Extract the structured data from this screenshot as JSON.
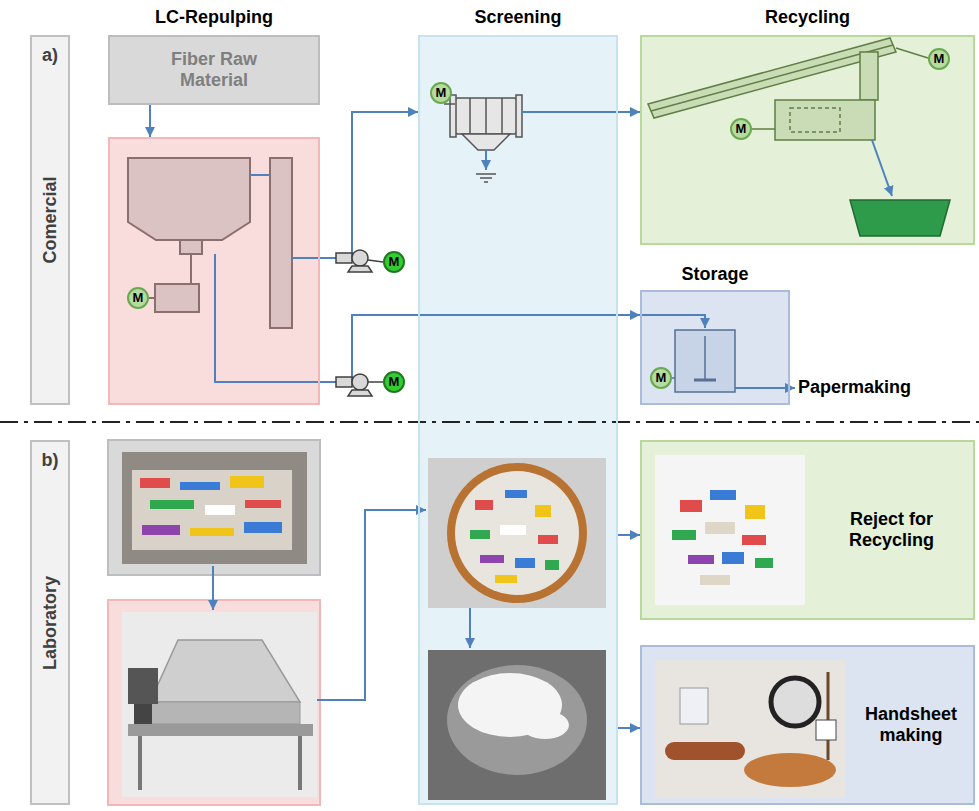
{
  "diagram": {
    "nodes": [
      {
        "text": [
          "a)",
          "Comercial"
        ]
      },
      {
        "text": [
          "LC-Repulping"
        ]
      },
      {
        "text": [
          "Fiber Raw Material"
        ]
      },
      {
        "text": [
          "M"
        ],
        "in": 1
      },
      {
        "text": [
          "Screening"
        ]
      },
      {
        "text": [
          "M"
        ],
        "in": 4
      },
      {
        "text": [
          "Recycling"
        ]
      },
      {
        "text": [
          "M"
        ],
        "in": 6
      },
      {
        "text": [
          "M"
        ],
        "in": 6
      },
      {
        "text": [
          "M"
        ]
      },
      {
        "text": [
          "M"
        ]
      },
      {
        "text": [
          "Storage"
        ]
      },
      {
        "text": [
          "M"
        ],
        "in": 11
      },
      {
        "text": [
          "b)",
          "Laboratory"
        ]
      },
      {
        "text": [
          "Reject for Recycling"
        ]
      },
      {
        "text": [
          "Handsheet making"
        ]
      }
    ],
    "edges": [
      {
        "from": 2,
        "to": 1,
        "arrow": "to"
      },
      {
        "from": 1,
        "to": 4,
        "arrow": "to"
      },
      {
        "from": 4,
        "to": 6,
        "arrow": "to"
      },
      {
        "from": 1,
        "to": 11,
        "arrow": "to"
      },
      {
        "from": 4,
        "to": 14,
        "arrow": "to"
      },
      {
        "from": 4,
        "to": 15,
        "arrow": "to"
      }
    ],
    "labels": [
      "Papermaking"
    ]
  }
}
